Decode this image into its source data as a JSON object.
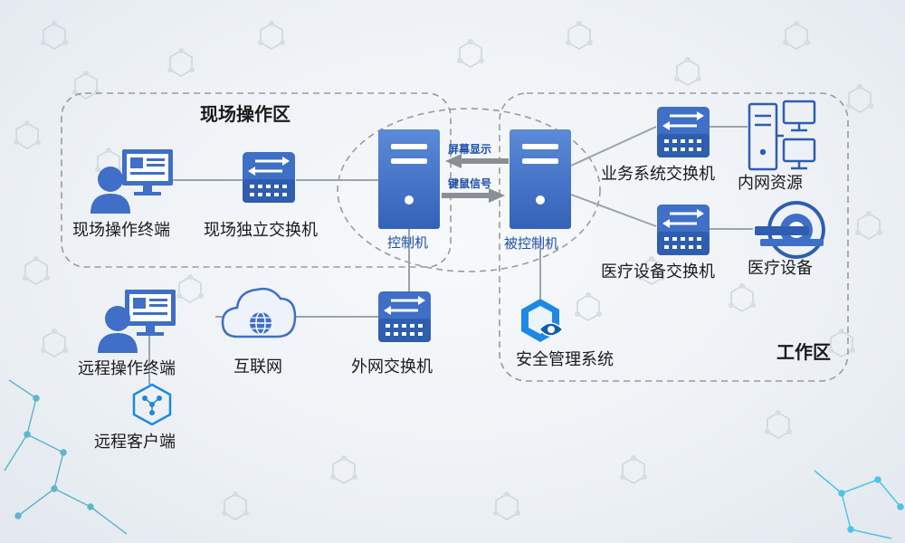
{
  "zones": {
    "onsite": "现场操作区",
    "work": "工作区"
  },
  "nodes": {
    "onsite_terminal": "现场操作终端",
    "onsite_switch": "现场独立交换机",
    "controller": "控制机",
    "controlled": "被控制机",
    "business_switch": "业务系统交换机",
    "intranet": "内网资源",
    "medical_switch": "医疗设备交换机",
    "medical_device": "医疗设备",
    "security_system": "安全管理系统",
    "external_switch": "外网交换机",
    "internet": "互联网",
    "remote_terminal": "远程操作终端",
    "remote_client": "远程客户端"
  },
  "signals": {
    "screen": "屏幕显示",
    "keyboard": "键鼠信号"
  },
  "colors": {
    "primary": "#3f6fc6",
    "dark": "#1d4fa8",
    "line": "#9aa3ad",
    "dash": "#9a9a9a",
    "accent": "#1e88e5"
  }
}
